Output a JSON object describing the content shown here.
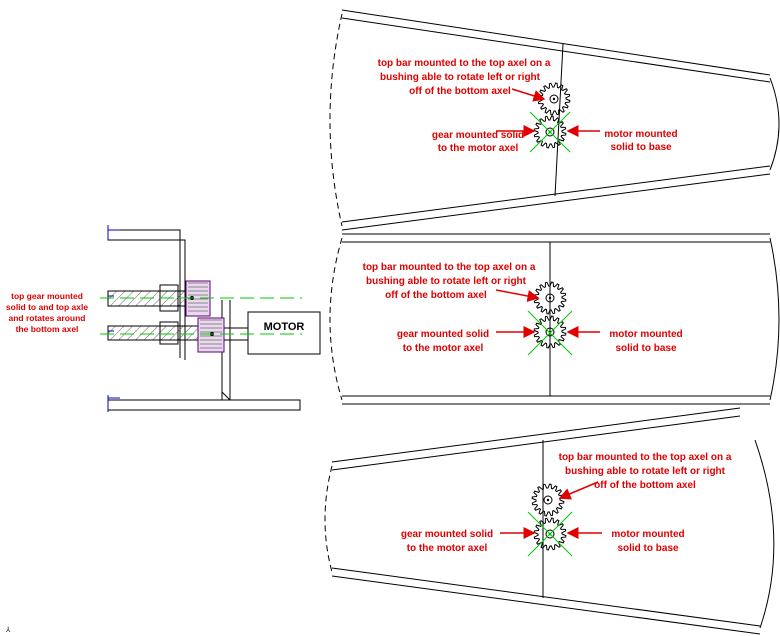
{
  "colors": {
    "annotation": "#e00000",
    "axis_guides": "#00c800",
    "mount_marks": "#0000c0",
    "gear_body": "#5a0070",
    "lines": "#000000"
  },
  "side_view": {
    "motor_label": "MOTOR",
    "note": [
      "top gear mounted",
      "solid to and top axle",
      "and rotates around",
      "the bottom axel"
    ]
  },
  "panels": [
    {
      "top_label": [
        "top bar mounted to the top axel on a",
        "bushing able to rotate left or right",
        "off of the bottom axel"
      ],
      "left_label": [
        "gear mounted solid",
        "to the motor axel"
      ],
      "right_label": [
        "motor mounted",
        "solid to base"
      ]
    },
    {
      "top_label": [
        "top bar mounted to the top axel on a",
        "bushing able to rotate left or right",
        "off of the bottom axel"
      ],
      "left_label": [
        "gear mounted solid",
        "to the motor axel"
      ],
      "right_label": [
        "motor mounted",
        "solid to base"
      ]
    },
    {
      "top_label": [
        "top bar mounted to the top axel on a",
        "bushing able to rotate left or right",
        "off of the bottom axel"
      ],
      "left_label": [
        "gear mounted solid",
        "to the motor axel"
      ],
      "right_label": [
        "motor mounted",
        "solid to base"
      ]
    }
  ]
}
